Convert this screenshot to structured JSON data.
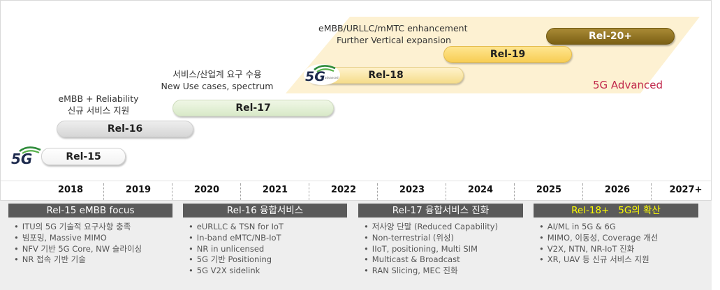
{
  "timeline": {
    "years": [
      "2018",
      "2019",
      "2020",
      "2021",
      "2022",
      "2023",
      "2024",
      "2025",
      "2026",
      "2027+"
    ]
  },
  "releases": {
    "rel15": "Rel-15",
    "rel16": "Rel-16",
    "rel17": "Rel-17",
    "rel18": "Rel-18",
    "rel19": "Rel-19",
    "rel20": "Rel-20+"
  },
  "annotations": {
    "rel16_line1": "eMBB + Reliability",
    "rel16_line2": "신규 서비스 지원",
    "rel17_line1": "서비스/산업계 요구 수용",
    "rel17_line2": "New Use cases, spectrum",
    "rel18_line1": "eMBB/URLLC/mMTC enhancement",
    "rel18_line2": "Further Vertical expansion",
    "advanced_label": "5G Advanced"
  },
  "logos": {
    "logo_text": "5G",
    "logo_sub": "advanced"
  },
  "panels": [
    {
      "title": "Rel-15 eMBB focus",
      "items": [
        "ITU의 5G 기술적 요구사항 충족",
        "빔포밍, Massive MIMO",
        "NFV 기반 5G Core, NW 슬라이싱",
        "NR 접속 기반 기술"
      ]
    },
    {
      "title": "Rel-16 융합서비스",
      "items": [
        "eURLLC & TSN for IoT",
        "In-band eMTC/NB-IoT",
        "NR in unlicensed",
        "5G 기반 Positioning",
        "5G V2X sidelink"
      ]
    },
    {
      "title": "Rel-17 융합서비스 진화",
      "items": [
        "저사양 단말 (Reduced Capability)",
        "Non-terrestrial (위성)",
        "IIoT, positioning, Multi SIM",
        "Multicast & Broadcast",
        "RAN Slicing, MEC 진화"
      ]
    },
    {
      "title_part1": "Rel-18+",
      "title_part2": "5G의 확산",
      "items": [
        "AI/ML in 5G & 6G",
        "MIMO, 이동성, Coverage 개선",
        "V2X, NTN, NR-IoT 진화",
        "XR, UAV 등 신규 서비스 지원"
      ]
    }
  ],
  "colors": {
    "advanced_band": "#fdf1d2",
    "advanced_text": "#c0264a",
    "panel_header": "#5a5a5a",
    "highlight": "#ffff00",
    "logo_green": "#2e8b3a"
  }
}
